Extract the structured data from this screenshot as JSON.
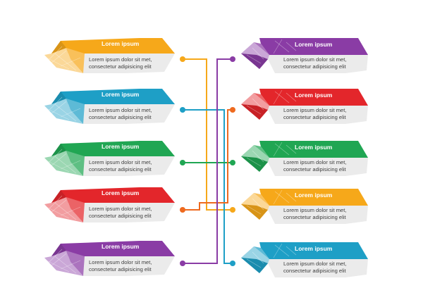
{
  "colors": {
    "yellow": "#f6a81a",
    "teal": "#1e9fc6",
    "green": "#20a653",
    "red": "#e3262b",
    "purple": "#8a3ca5",
    "orange": "#ee6a1f",
    "panel": "#ebebeb"
  },
  "left_items": [
    {
      "title": "Lorem ipsum",
      "line1": "Lorem ipsum dolor sit met,",
      "line2": "consectetur adipisicing elit",
      "color": "#f6a81a"
    },
    {
      "title": "Lorem ipsum",
      "line1": "Lorem ipsum dolor sit met,",
      "line2": "consectetur adipisicing elit",
      "color": "#1e9fc6"
    },
    {
      "title": "Lorem ipsum",
      "line1": "Lorem ipsum dolor sit met,",
      "line2": "consectetur adipisicing elit",
      "color": "#20a653"
    },
    {
      "title": "Lorem ipsum",
      "line1": "Lorem ipsum dolor sit met,",
      "line2": "consectetur adipisicing elit",
      "color": "#e3262b"
    },
    {
      "title": "Lorem ipsum",
      "line1": "Lorem ipsum dolor sit met,",
      "line2": "consectetur adipisicing elit",
      "color": "#8a3ca5"
    }
  ],
  "right_items": [
    {
      "title": "Lorem ipsum",
      "line1": "Lorem ipsum dolor sit met,",
      "line2": "consectetur adipisicing elit",
      "color": "#8a3ca5"
    },
    {
      "title": "Lorem ipsum",
      "line1": "Lorem ipsum dolor sit met,",
      "line2": "consectetur adipisicing elit",
      "color": "#e3262b"
    },
    {
      "title": "Lorem ipsum",
      "line1": "Lorem ipsum dolor sit met,",
      "line2": "consectetur adipisicing elit",
      "color": "#20a653"
    },
    {
      "title": "Lorem ipsum",
      "line1": "Lorem ipsum dolor sit met,",
      "line2": "consectetur adipisicing elit",
      "color": "#f6a81a"
    },
    {
      "title": "Lorem ipsum",
      "line1": "Lorem ipsum dolor sit met,",
      "line2": "consectetur adipisicing elit",
      "color": "#1e9fc6"
    }
  ],
  "connections": [
    {
      "from": "left-1",
      "to": "right-4",
      "color": "#f6a81a"
    },
    {
      "from": "left-2",
      "to": "right-5",
      "color": "#1e9fc6"
    },
    {
      "from": "left-3",
      "to": "right-3",
      "color": "#20a653"
    },
    {
      "from": "left-4",
      "to": "right-2",
      "color": "#ee6a1f"
    },
    {
      "from": "left-5",
      "to": "right-1",
      "color": "#8a3ca5"
    }
  ]
}
